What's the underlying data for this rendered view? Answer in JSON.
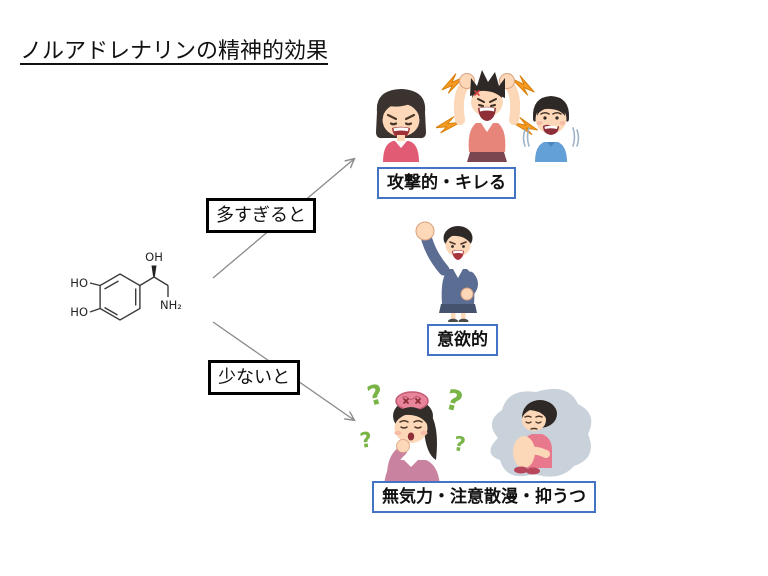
{
  "title": "ノルアドレナリンの精神的効果",
  "molecule": {
    "name": "noradrenaline",
    "labels": {
      "ho_top": "HO",
      "ho_bottom": "HO",
      "oh": "OH",
      "nh2": "NH₂"
    }
  },
  "branches": {
    "too_much": {
      "label": "多すぎると"
    },
    "too_little": {
      "label": "少ないと"
    }
  },
  "outcomes": {
    "aggressive": {
      "label": "攻撃的・キレる",
      "illustrations": [
        "angry-woman",
        "rage-person",
        "scared-boy"
      ]
    },
    "motivated": {
      "label": "意欲的",
      "illustrations": [
        "fist-pump-person"
      ]
    },
    "apathetic": {
      "label": "無気力・注意散漫・抑うつ",
      "illustrations": [
        "confused-woman",
        "depressed-child"
      ]
    }
  },
  "misc": {
    "question_mark": "?"
  },
  "colors": {
    "outcome_box_border": "#4472c4",
    "branch_box_border": "#000000",
    "arrow": "#8a8a8a",
    "question_marks": "#79b447",
    "lightning": "#f59a23",
    "background": "#ffffff"
  }
}
